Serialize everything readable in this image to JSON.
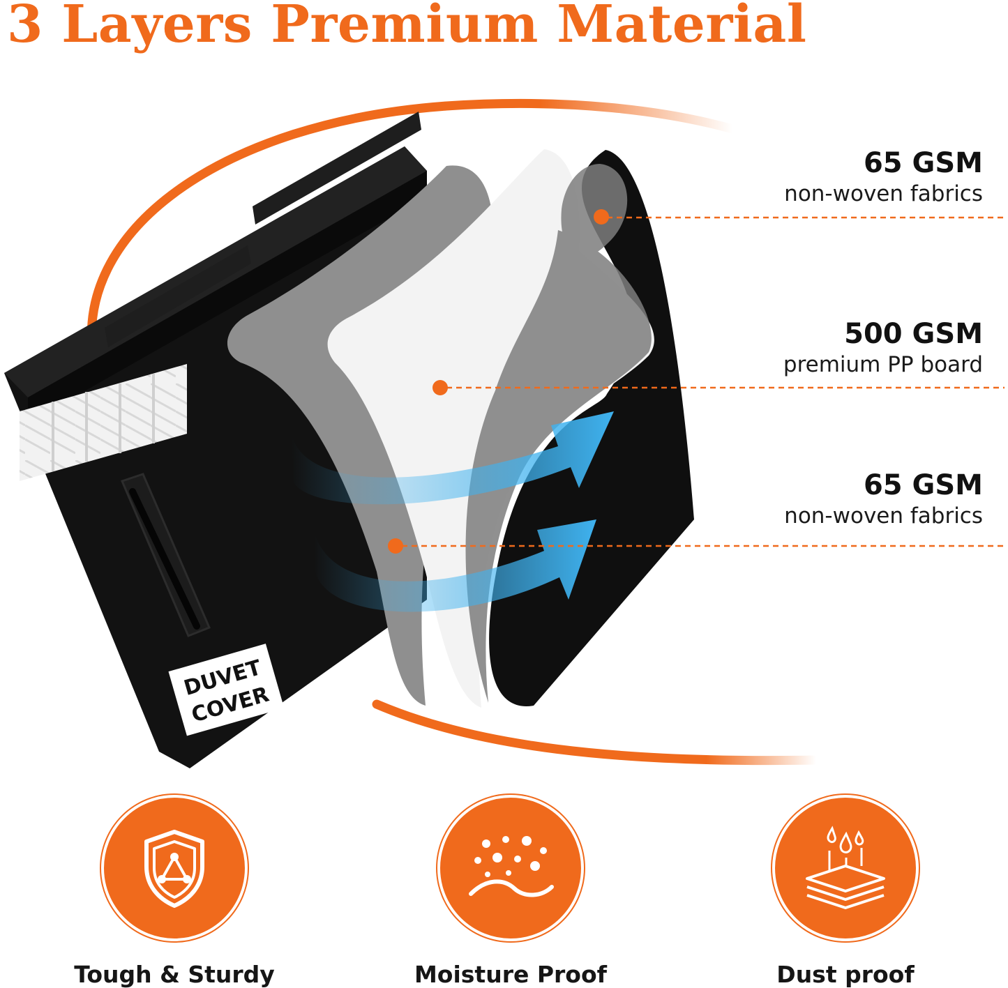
{
  "title": "3 Layers Premium Material",
  "colors": {
    "accent": "#f06a1c",
    "dark": "#111111",
    "blue": "#3fb2ef"
  },
  "product_label": {
    "line1": "DUVET",
    "line2": "COVER"
  },
  "layers": [
    {
      "gsm": "65 GSM",
      "desc": "non-woven fabrics"
    },
    {
      "gsm": "500 GSM",
      "desc": "premium PP board"
    },
    {
      "gsm": "65 GSM",
      "desc": "non-woven fabrics"
    }
  ],
  "features": [
    {
      "label": "Tough & Sturdy",
      "icon": "shield-icon"
    },
    {
      "label": "Moisture Proof",
      "icon": "moisture-icon"
    },
    {
      "label": "Dust proof",
      "icon": "layers-drops-icon"
    }
  ]
}
